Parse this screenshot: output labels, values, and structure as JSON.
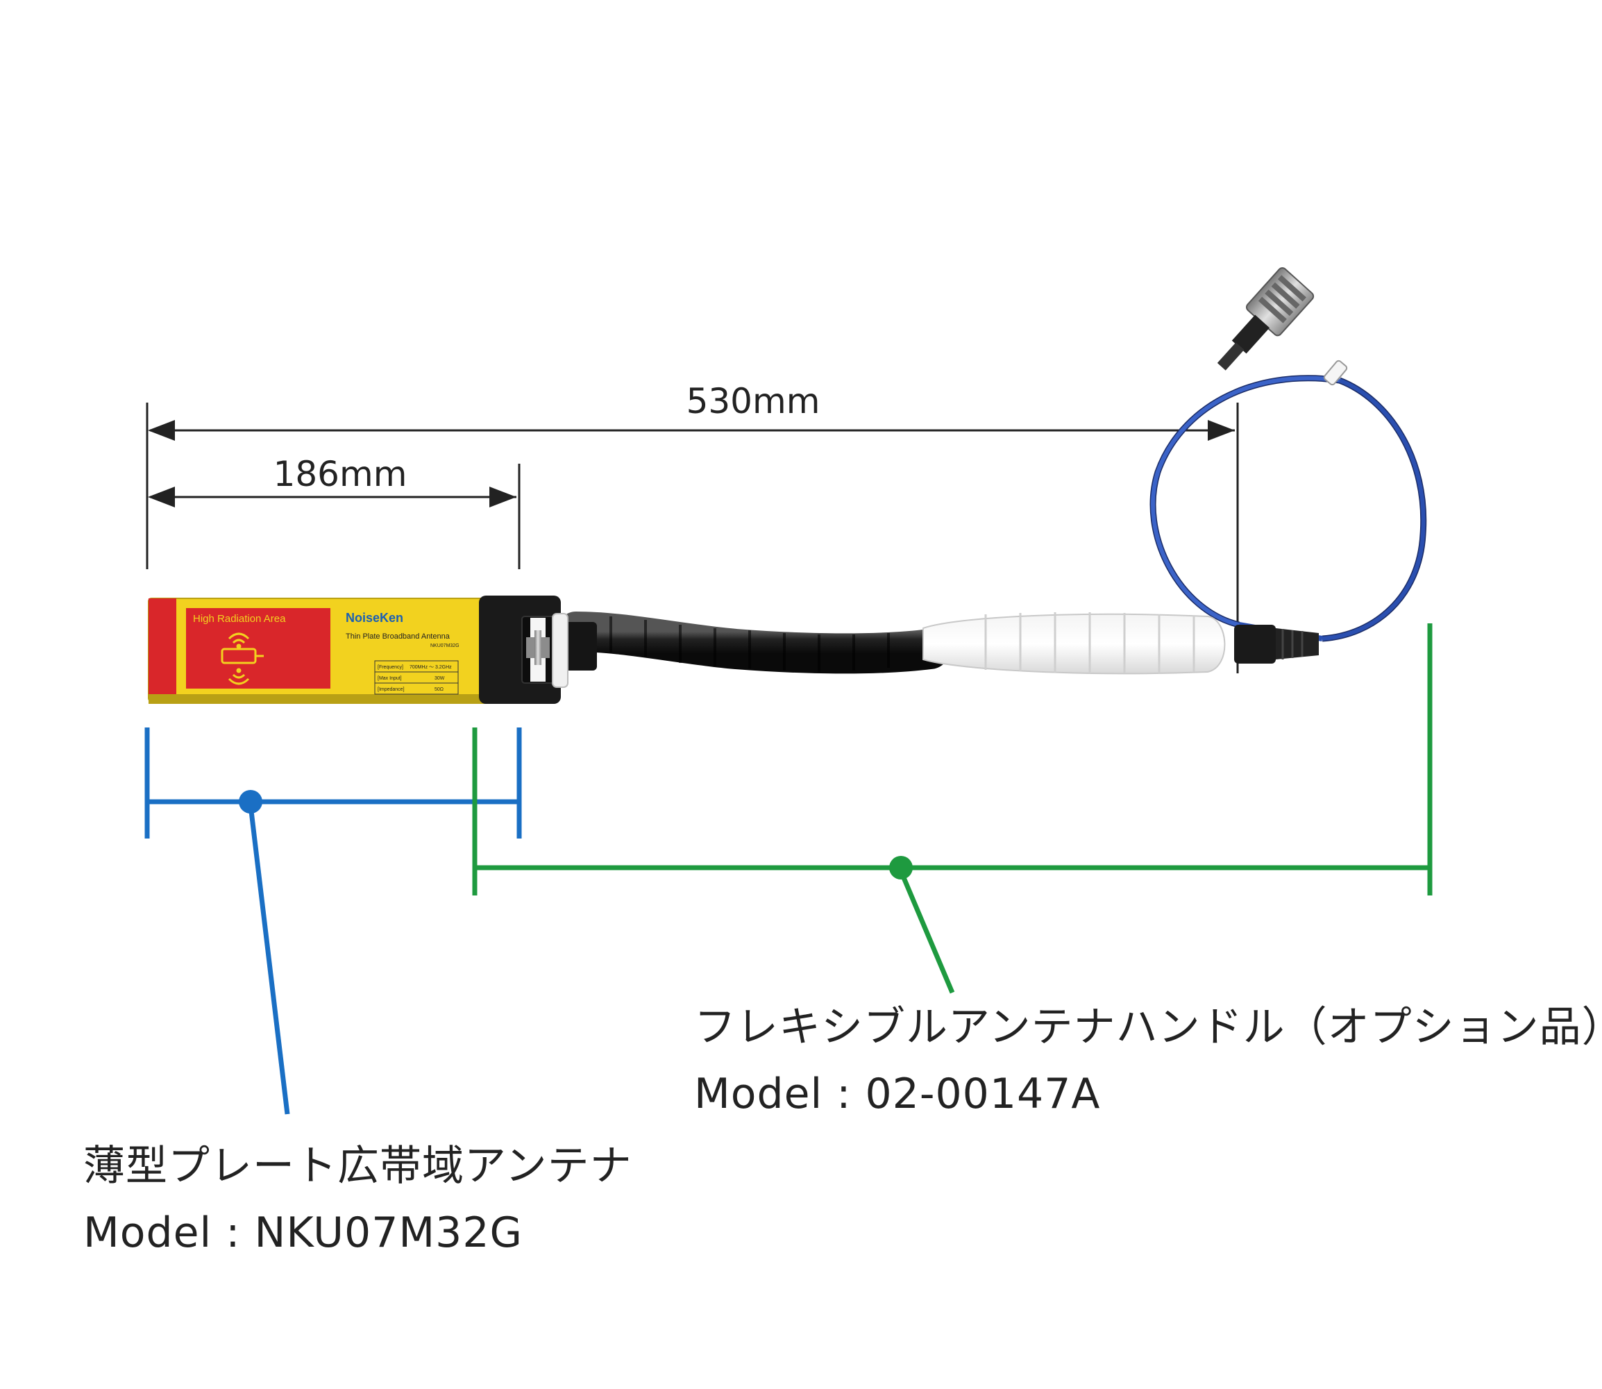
{
  "dimensions": {
    "overall": "530mm",
    "antenna": "186mm"
  },
  "antenna_label": {
    "warning": "High Radiation Area",
    "brand": "NoiseKen",
    "product": "Thin Plate Broadband Antenna",
    "model_code": "NKU07M32G",
    "specs": [
      {
        "name": "[Frequency]",
        "value": "700MHz ～ 3.2GHz"
      },
      {
        "name": "[Max Input]",
        "value": "30W"
      },
      {
        "name": "[Impedance]",
        "value": "50Ω"
      }
    ]
  },
  "callouts": {
    "antenna": {
      "name": "薄型プレート広帯域アンテナ",
      "model": "Model : NKU07M32G"
    },
    "handle": {
      "name": "フレキシブルアンテナハンドル（オプション品）",
      "model": "Model : 02-00147A"
    }
  },
  "colors": {
    "antenna_bracket": "#1a6fc4",
    "handle_bracket": "#1e9a3f",
    "plate_yellow": "#f2d21f",
    "plate_red": "#d9262a",
    "cable_blue": "#2a4fb0"
  }
}
